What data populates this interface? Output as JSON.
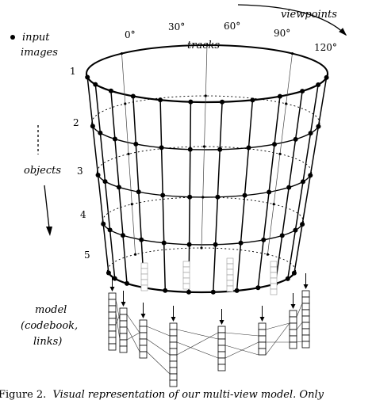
{
  "labels": {
    "input_images": [
      "input",
      "images"
    ],
    "viewpoints": "viewpoints",
    "tracks": "tracks",
    "objects": "objects",
    "model": [
      "model",
      "(codebook,",
      "links)"
    ]
  },
  "angles": [
    "0°",
    "30°",
    "60°",
    "90°",
    "120°"
  ],
  "object_numbers": [
    "1",
    "2",
    "3",
    "4",
    "5"
  ],
  "caption": {
    "prefix": "Figure 2.",
    "text": "Visual representation of our multi-view model. Only"
  }
}
